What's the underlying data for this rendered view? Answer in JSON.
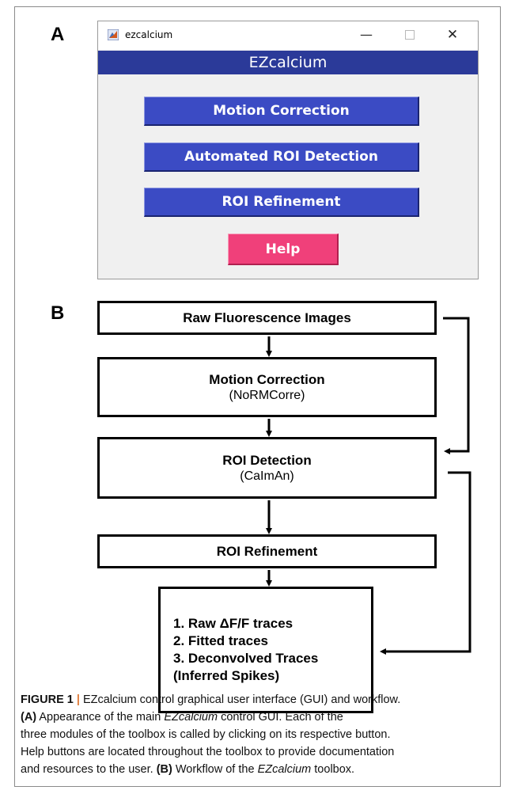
{
  "panel_a": {
    "letter": "A",
    "window": {
      "title": "ezcalcium",
      "controls": {
        "minimize": "—",
        "close": "✕"
      },
      "header": "EZcalcium",
      "buttons": {
        "motion": "Motion Correction",
        "auto_roi": "Automated ROI Detection",
        "roi_refine": "ROI Refinement",
        "help": "Help"
      },
      "colors": {
        "header": "#2b3a99",
        "button": "#3b4bc4",
        "help": "#f0407a"
      }
    }
  },
  "panel_b": {
    "letter": "B",
    "boxes": {
      "raw": {
        "title": "Raw Fluorescence Images"
      },
      "motion": {
        "title": "Motion Correction",
        "sub": "(NoRMCorre)"
      },
      "roi_detection": {
        "title": "ROI Detection",
        "sub": "(CaImAn)"
      },
      "roi_refinement": {
        "title": "ROI Refinement"
      },
      "outputs": [
        "1. Raw ΔF/F traces",
        "2. Fitted traces",
        "3. Deconvolved Traces",
        "(Inferred Spikes)"
      ]
    }
  },
  "caption": {
    "label": "FIGURE 1",
    "separator": "|",
    "line1": "EZcalcium control graphical user interface (GUI) and workflow.",
    "a_label": "(A)",
    "a_text_pre": "Appearance of the main",
    "a_text_italic": "EZcalcium",
    "a_text_post": "control GUI. Each of the",
    "line3": "three modules of the toolbox is called by clicking on its respective button.",
    "line4": "Help buttons are located throughout the toolbox to provide documentation",
    "line5_pre": "and resources to the user.",
    "b_label": "(B)",
    "b_text_pre": "Workflow of the",
    "b_text_italic": "EZcalcium",
    "b_text_post": "toolbox."
  }
}
